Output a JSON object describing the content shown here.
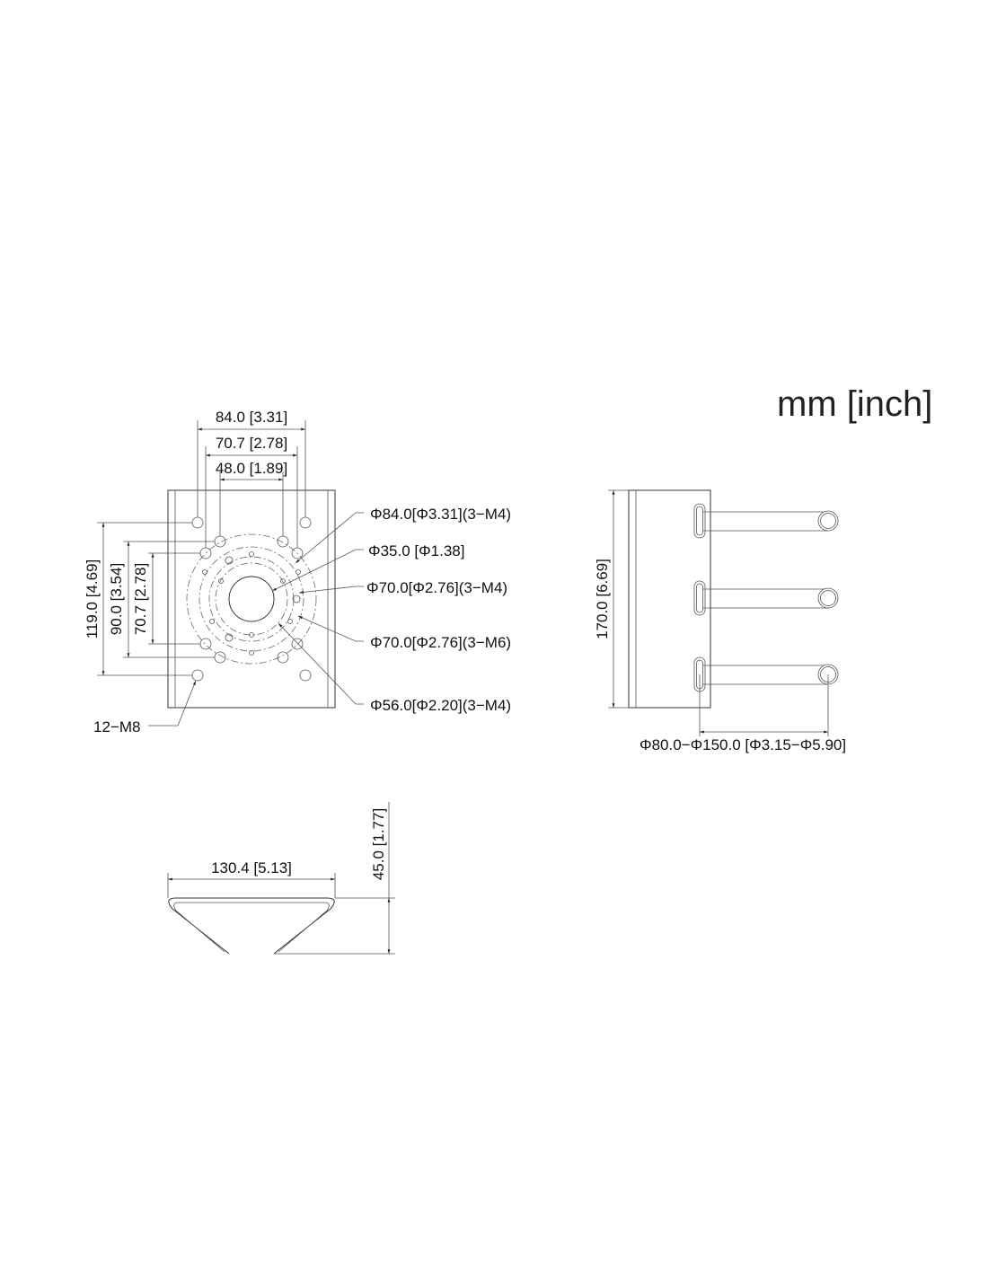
{
  "units_label": "mm [inch]",
  "front_view": {
    "dims": {
      "width_84": "84.0 [3.31]",
      "width_70": "70.7 [2.78]",
      "width_48": "48.0 [1.89]",
      "height_119": "119.0 [4.69]",
      "height_90": "90.0 [3.54]",
      "height_70": "70.7 [2.78]"
    },
    "callouts": [
      "Φ84.0[Φ3.31](3−M4)",
      "Φ35.0 [Φ1.38]",
      "Φ70.0[Φ2.76](3−M4)",
      "Φ70.0[Φ2.76](3−M6)",
      "Φ56.0[Φ2.20](3−M4)"
    ],
    "holes_label": "12−M8"
  },
  "side_view": {
    "height": "170.0 [6.69]",
    "pole_range": "Φ80.0−Φ150.0 [Φ3.15−Φ5.90]"
  },
  "bottom_view": {
    "width": "130.4 [5.13]",
    "height": "45.0 [1.77]"
  }
}
